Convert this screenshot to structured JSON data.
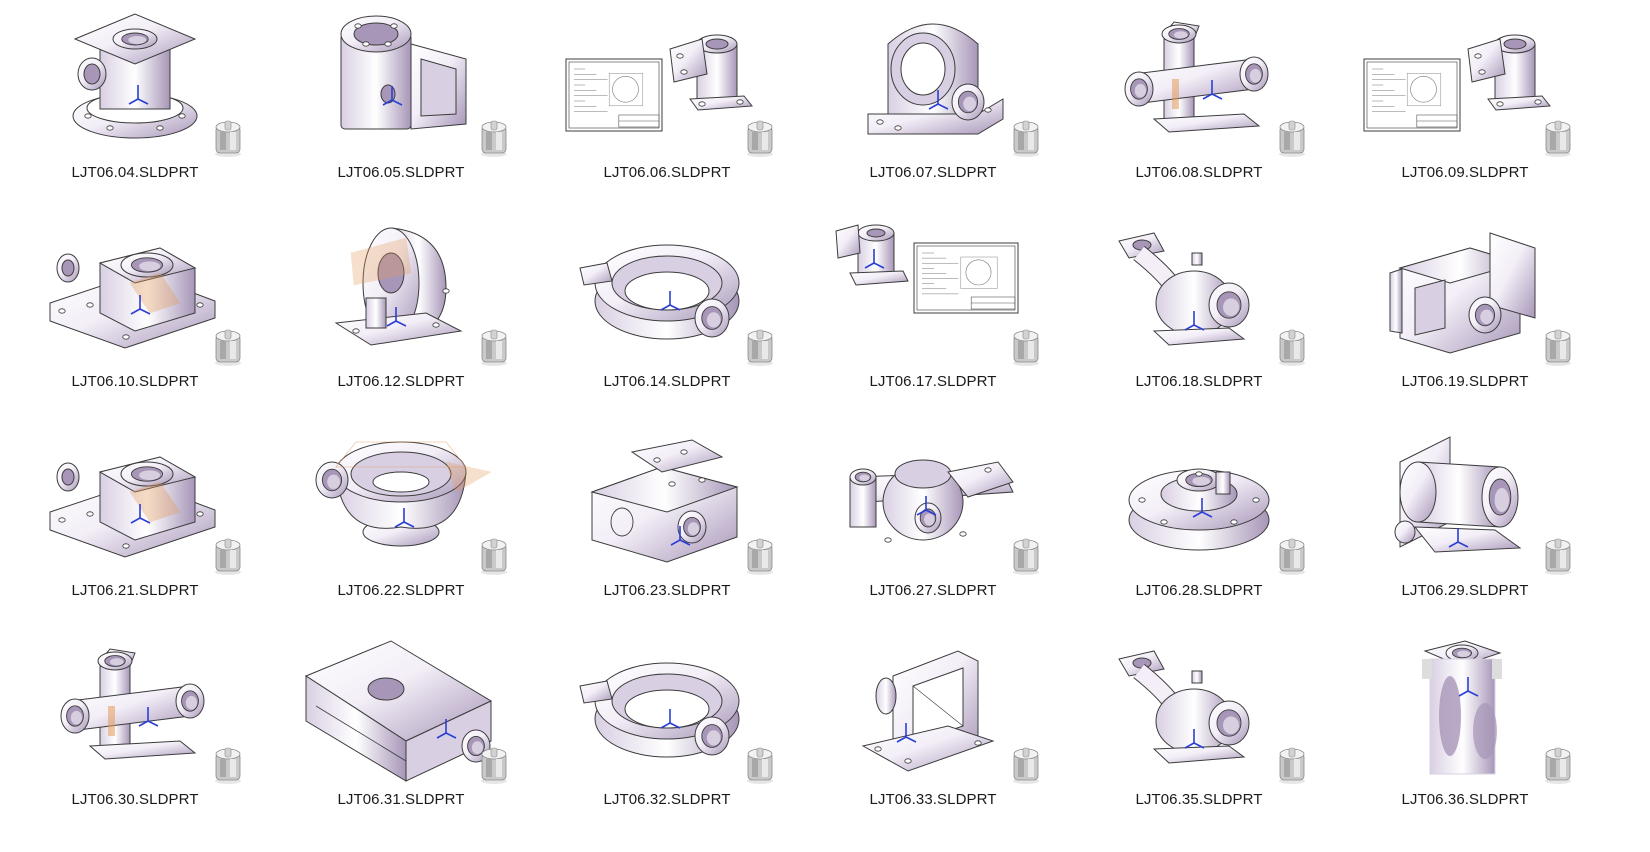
{
  "files": [
    {
      "name": "LJT06.04.SLDPRT",
      "shape": "flange-body"
    },
    {
      "name": "LJT06.05.SLDPRT",
      "shape": "box-cylinder"
    },
    {
      "name": "LJT06.06.SLDPRT",
      "shape": "drawing-sheet-with-part"
    },
    {
      "name": "LJT06.07.SLDPRT",
      "shape": "bearing-housing"
    },
    {
      "name": "LJT06.08.SLDPRT",
      "shape": "tee-pipe"
    },
    {
      "name": "LJT06.09.SLDPRT",
      "shape": "drawing-sheet-with-part"
    },
    {
      "name": "LJT06.10.SLDPRT",
      "shape": "base-plate-box"
    },
    {
      "name": "LJT06.12.SLDPRT",
      "shape": "bracket-round"
    },
    {
      "name": "LJT06.14.SLDPRT",
      "shape": "ring-housing"
    },
    {
      "name": "LJT06.17.SLDPRT",
      "shape": "part-with-drawing-sheet"
    },
    {
      "name": "LJT06.18.SLDPRT",
      "shape": "valve-body"
    },
    {
      "name": "LJT06.19.SLDPRT",
      "shape": "cube-housing"
    },
    {
      "name": "LJT06.21.SLDPRT",
      "shape": "base-plate-box"
    },
    {
      "name": "LJT06.22.SLDPRT",
      "shape": "bowl-housing"
    },
    {
      "name": "LJT06.23.SLDPRT",
      "shape": "block-ports"
    },
    {
      "name": "LJT06.27.SLDPRT",
      "shape": "manifold"
    },
    {
      "name": "LJT06.28.SLDPRT",
      "shape": "flange-disc"
    },
    {
      "name": "LJT06.29.SLDPRT",
      "shape": "cylinder-stand"
    },
    {
      "name": "LJT06.30.SLDPRT",
      "shape": "tee-pipe"
    },
    {
      "name": "LJT06.31.SLDPRT",
      "shape": "slab-block"
    },
    {
      "name": "LJT06.32.SLDPRT",
      "shape": "ring-housing"
    },
    {
      "name": "LJT06.33.SLDPRT",
      "shape": "frame-stand"
    },
    {
      "name": "LJT06.35.SLDPRT",
      "shape": "valve-body"
    },
    {
      "name": "LJT06.36.SLDPRT",
      "shape": "column-fork"
    }
  ],
  "file_type_icon": "solidworks-part-icon",
  "colors": {
    "part_light": "#f3eef7",
    "part_mid": "#d9cfe3",
    "part_dark": "#a796b8",
    "edge": "#3c3c3c",
    "axis_blue": "#2a3fd6",
    "sketch_orange": "#e39a5a"
  }
}
